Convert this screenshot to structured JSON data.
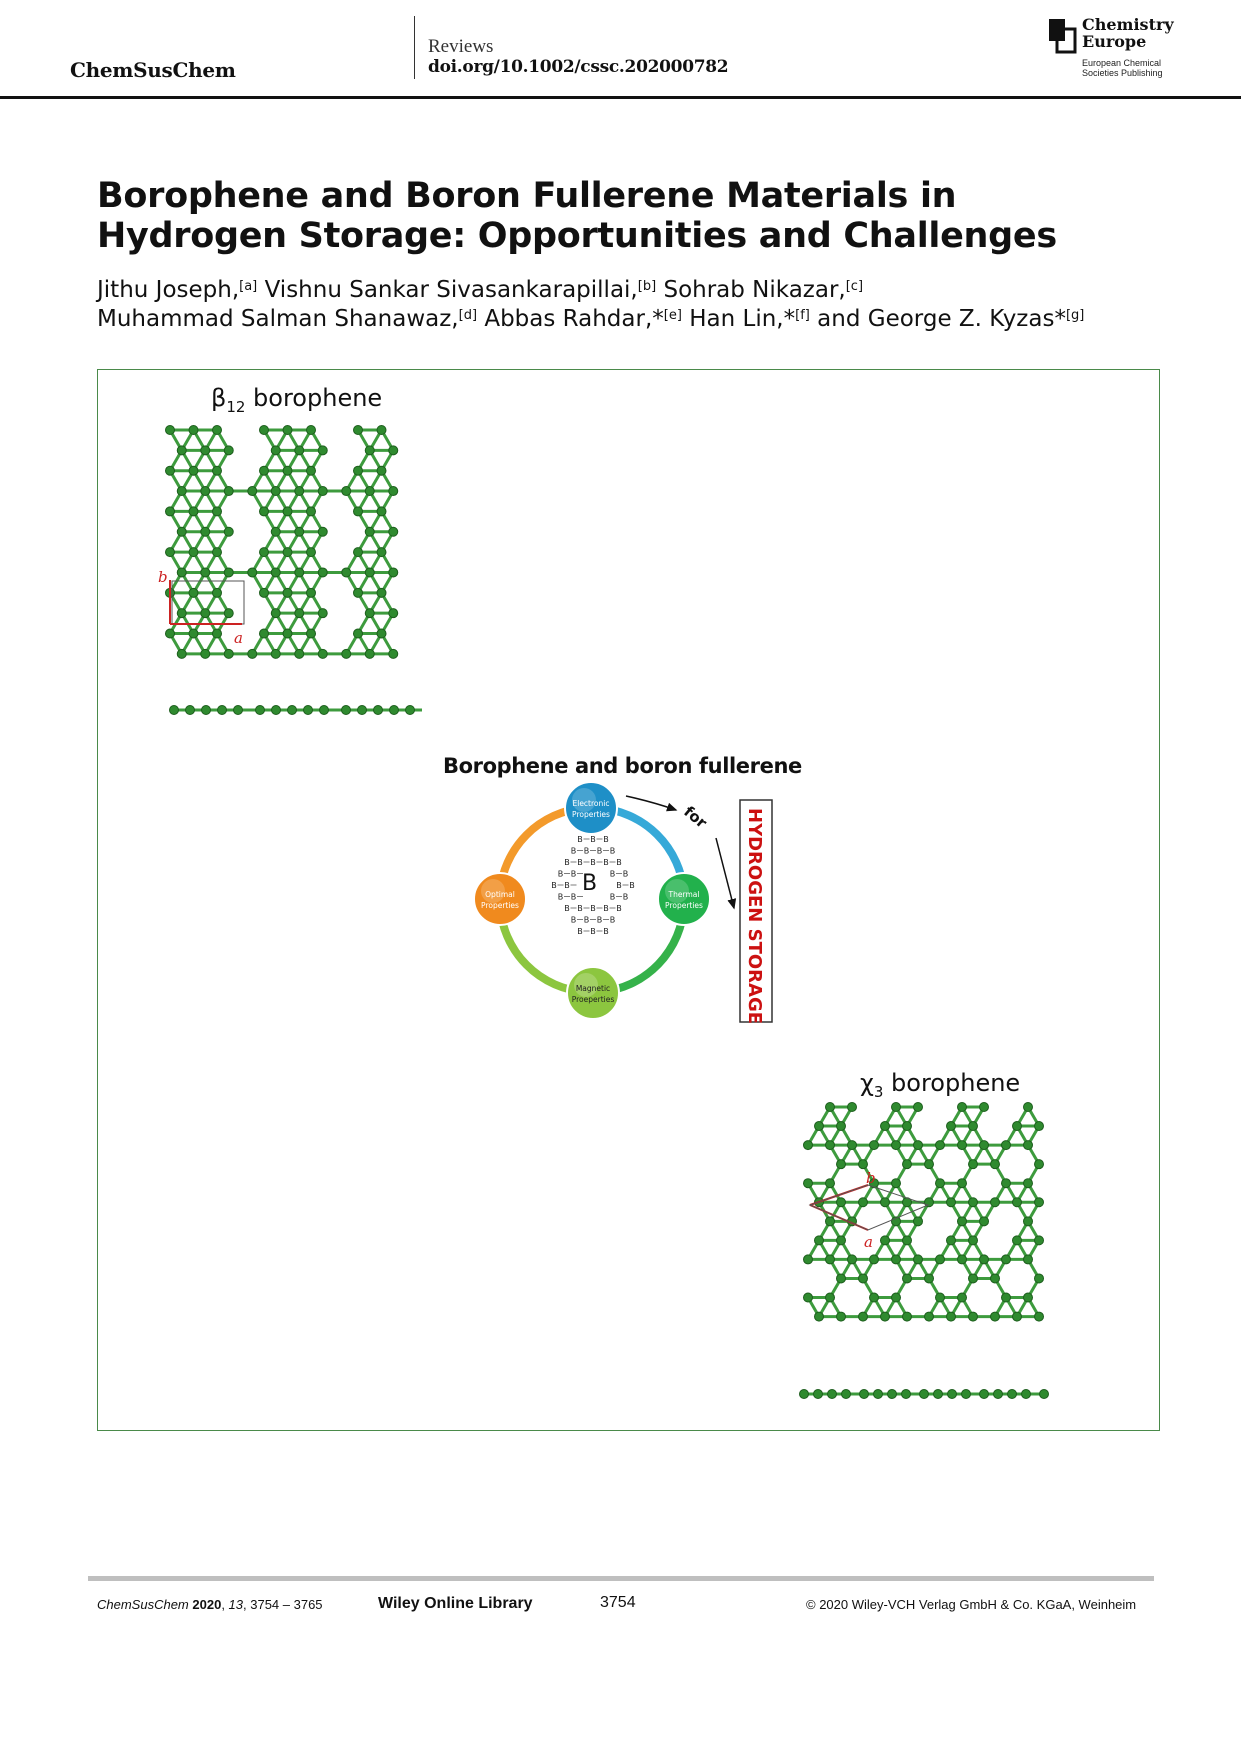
{
  "header": {
    "journal": "ChemSusChem",
    "section": "Reviews",
    "doi": "doi.org/10.1002/cssc.202000782",
    "logo": {
      "line1": "Chemistry",
      "line2": "Europe",
      "sub1": "European Chemical",
      "sub2": "Societies Publishing",
      "icon": "chemistry-europe-logo-icon"
    }
  },
  "article": {
    "title": "Borophene and Boron Fullerene Materials in Hydrogen Storage: Opportunities and Challenges",
    "authors": [
      {
        "name": "Jithu Joseph,",
        "aff": "[a]"
      },
      {
        "name": "Vishnu Sankar Sivasankarapillai,",
        "aff": "[b]"
      },
      {
        "name": "Sohrab Nikazar,",
        "aff": "[c]"
      },
      {
        "name": "Muhammad Salman Shanawaz,",
        "aff": "[d]"
      },
      {
        "name": "Abbas Rahdar,*",
        "aff": "[e]"
      },
      {
        "name": "Han Lin,*",
        "aff": "[f]"
      },
      {
        "name": "and George Z. Kyzas*",
        "aff": "[g]"
      }
    ]
  },
  "figure": {
    "beta_label_prefix": "β",
    "beta_label_sub": "12",
    "beta_label_rest": " borophene",
    "chi_label_prefix": "χ",
    "chi_label_sub": "3",
    "chi_label_rest": " borophene",
    "axis_a": "a",
    "axis_b": "b",
    "center_title": "Borophene and boron fullerene",
    "for_text": "for",
    "vertical_banner": "HYDROGEN STORAGE",
    "center_symbol": "B",
    "atom_symbol": "B",
    "properties": [
      {
        "line1": "Electronic",
        "line2": "Properties",
        "color": "#1e8fc7"
      },
      {
        "line1": "Thermal",
        "line2": "Properties",
        "color": "#22b14c"
      },
      {
        "line1": "Magnetic",
        "line2": "Proeperties",
        "color": "#8cc63f"
      },
      {
        "line1": "Optimal",
        "line2": "Properties",
        "color": "#f08a1e"
      }
    ],
    "colors": {
      "bond": "#3d9b3d",
      "atom": "#2f8a2f",
      "axis": "#cc2222",
      "banner": "#cc1111",
      "frame": "#4a8a4a"
    }
  },
  "footer": {
    "journal_italic": "ChemSusChem",
    "year": "2020",
    "volume": "13",
    "pages": ", 3754 – 3765",
    "library": "Wiley Online Library",
    "page_number": "3754",
    "copyright": "© 2020 Wiley-VCH Verlag GmbH & Co. KGaA, Weinheim"
  }
}
